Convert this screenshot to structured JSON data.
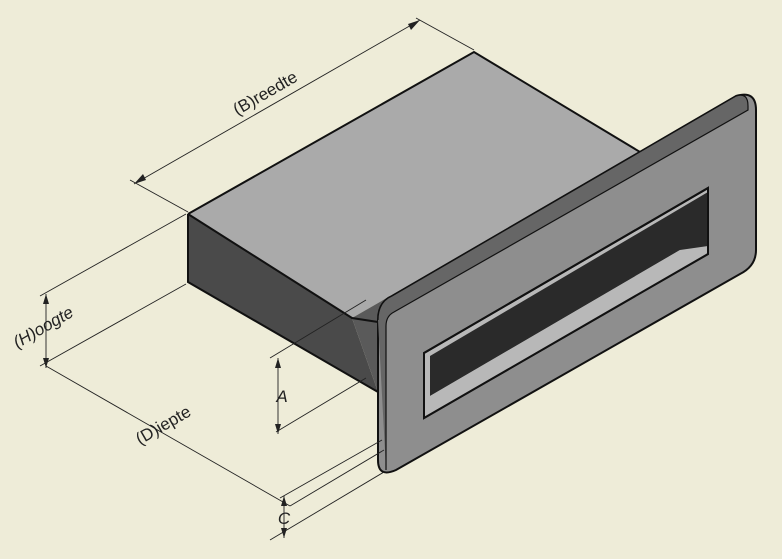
{
  "diagram": {
    "title": "",
    "background_color": "#eeecd8",
    "colors": {
      "top_face": "#aaaaaa",
      "side_face": "#4a4a4a",
      "front_face": "#5a5a5a",
      "flange_face": "#8e8e8e",
      "flange_edge": "#666666",
      "opening_floor": "#b8b8b8",
      "opening_inner_wall": "#2a2a2a",
      "outline": "#111111",
      "dimension_line": "#222222"
    },
    "labels": {
      "width": "(B)reedte",
      "height": "(H)oogte",
      "depth": "(D)iepte",
      "dim_a": "A",
      "dim_c": "C"
    }
  }
}
